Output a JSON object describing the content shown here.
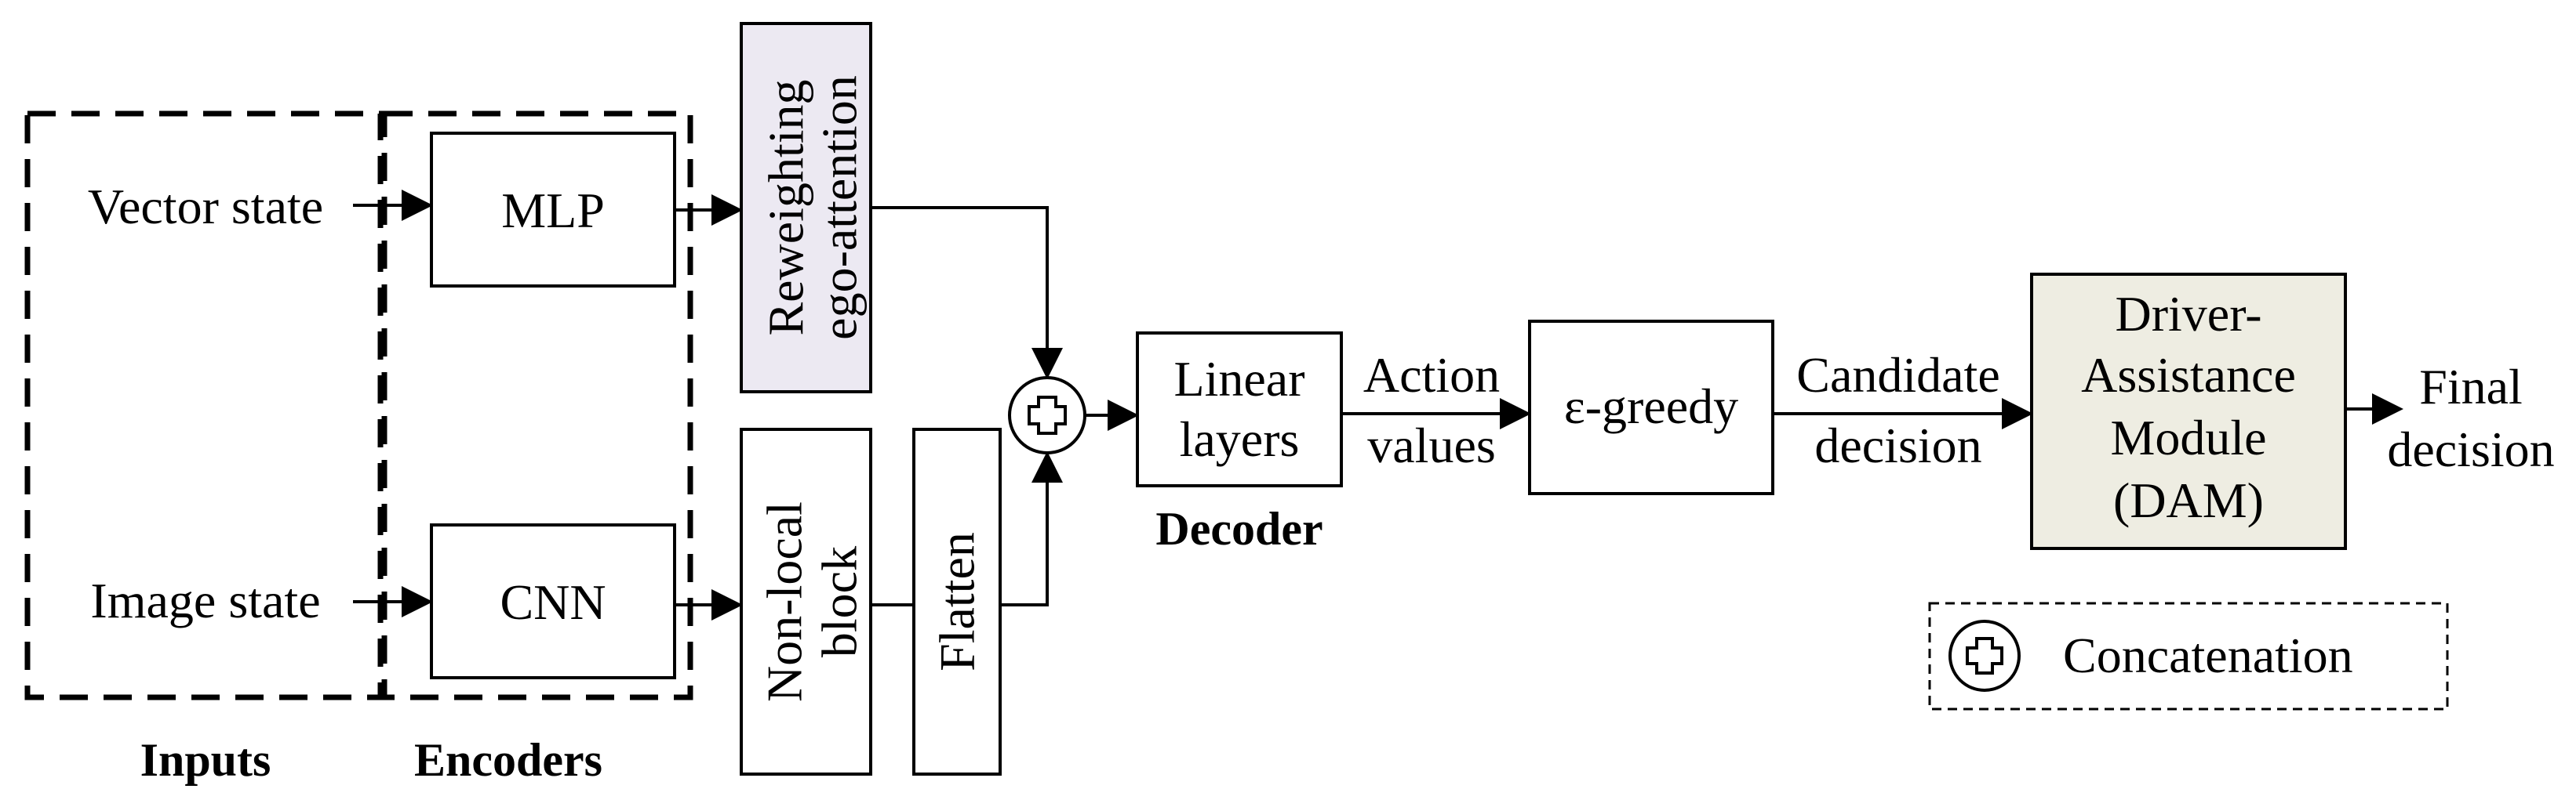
{
  "inputs": {
    "vector_state": "Vector state",
    "image_state": "Image state",
    "title": "Inputs"
  },
  "encoders": {
    "mlp": "MLP",
    "cnn": "CNN",
    "title": "Encoders"
  },
  "reweighting": {
    "line1": "Reweighting",
    "line2": "ego-attention",
    "fill": "#ece9f2"
  },
  "nonlocal": {
    "line1": "Non-local",
    "line2": "block"
  },
  "flatten": "Flatten",
  "decoder": {
    "line1": "Linear",
    "line2": "layers",
    "title": "Decoder"
  },
  "action_values": {
    "line1": "Action",
    "line2": "values"
  },
  "egreedy": "ε-greedy",
  "candidate": {
    "line1": "Candidate",
    "line2": "decision"
  },
  "dam": {
    "line1": "Driver-",
    "line2": "Assistance",
    "line3": "Module",
    "line4": "(DAM)",
    "fill": "#eeede2"
  },
  "final": {
    "line1": "Final",
    "line2": "decision"
  },
  "legend": {
    "label": "Concatenation"
  }
}
